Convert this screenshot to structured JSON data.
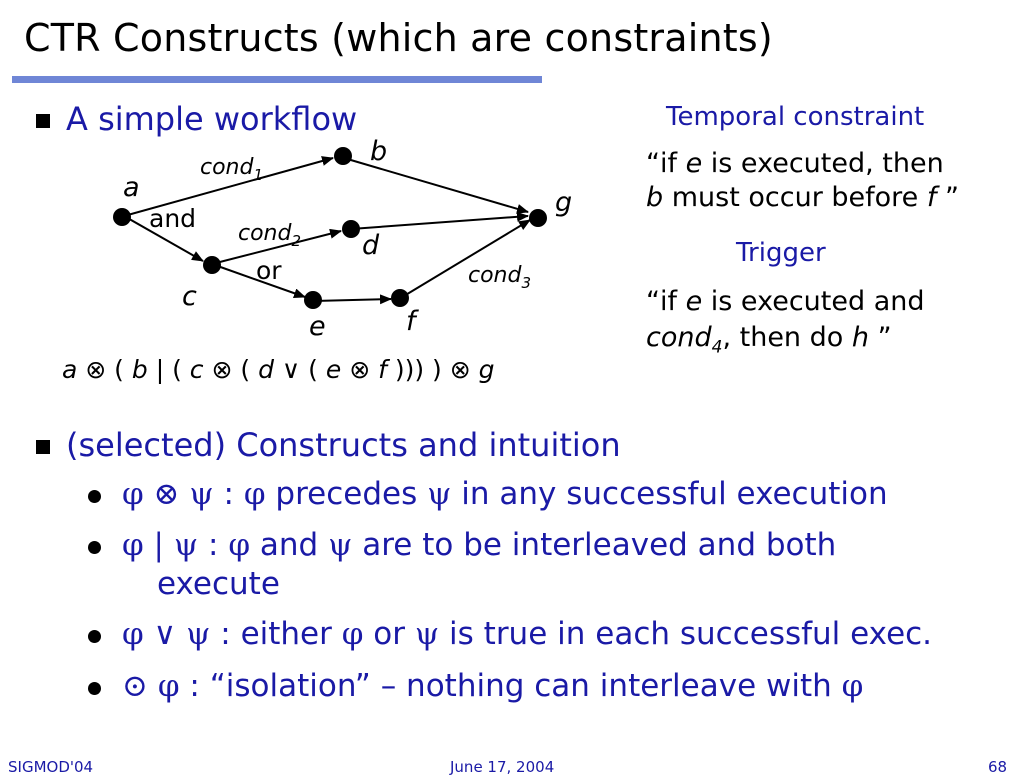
{
  "slide": {
    "title": "CTR Constructs (which are constraints)",
    "bullet1": "A simple workflow",
    "bullet2": "(selected) Constructs and intuition",
    "formula": {
      "a": "a",
      "open1": " ⊗ ( ",
      "b": "b",
      "bar": " | ( ",
      "c": "c",
      "op2": " ⊗ ( ",
      "d": "d",
      "or": " ∨ ( ",
      "e": "e",
      "op3": " ⊗ ",
      "f": "f",
      "close": " ))) ) ⊗ ",
      "g": "g"
    },
    "sub_bullets": [
      {
        "sym": "φ ⊗ ψ",
        "colon": " : ",
        "phi": "φ",
        "t1": " precedes ",
        "psi": "ψ",
        "t2": " in any successful execution"
      },
      {
        "sym": "φ | ψ",
        "colon": " : ",
        "phi": "φ",
        "t1": " and ",
        "psi": "ψ",
        "t2": " are to be interleaved and both",
        "t3": "execute"
      },
      {
        "sym": "φ ∨ ψ",
        "t0": " : either ",
        "phi": "φ",
        "t1": " or ",
        "psi": "ψ",
        "t2": " is true in each successful exec."
      },
      {
        "sym": "⊙ φ",
        "t1": " : “isolation” – nothing can interleave with ",
        "phi": "φ"
      }
    ],
    "temporal": {
      "heading": "Temporal constraint",
      "q_open": "“if ",
      "e": "e",
      "line1_rest": "  is executed, then",
      "b": "b",
      "line2_mid": " must occur before ",
      "f": "f",
      "q_close": " ”"
    },
    "trigger": {
      "heading": "Trigger",
      "q_open": "“if ",
      "e": "e",
      "line1_rest": " is executed and",
      "cond": "cond",
      "cond_sub": "4",
      "line2_mid": ", then do ",
      "h": "h",
      "q_close": " ”"
    }
  },
  "diagram": {
    "nodes": {
      "a": "a",
      "b": "b",
      "c": "c",
      "d": "d",
      "e": "e",
      "f": "f",
      "g": "g"
    },
    "labels": {
      "cond": "cond",
      "sub1": "1",
      "sub2": "2",
      "sub3": "3",
      "and": "and",
      "or": "or"
    }
  },
  "footer": {
    "left": "SIGMOD'04",
    "center": "June 17, 2004",
    "right": "68"
  },
  "colors": {
    "accent_bar": "#6f86d6",
    "text_blue": "#1a1aa6"
  }
}
